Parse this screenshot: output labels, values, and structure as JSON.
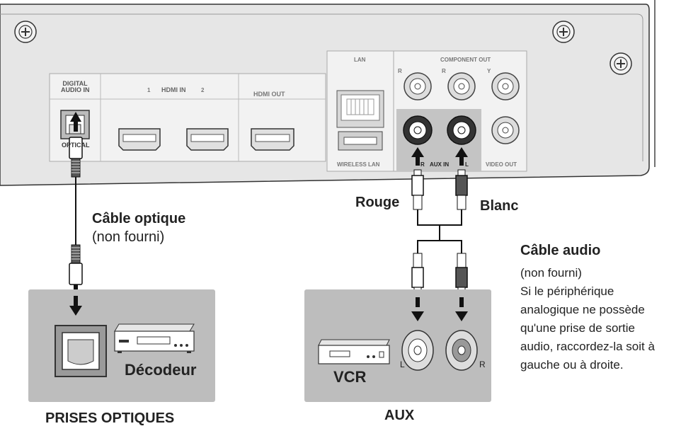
{
  "panel": {
    "digital_audio_in": [
      "DIGITAL",
      "AUDIO IN"
    ],
    "optical_port": "OPTICAL",
    "hdmi_in": "HDMI IN",
    "hdmi_in_num1": "1",
    "hdmi_in_num2": "2",
    "hdmi_out": "HDMI OUT",
    "lan": "LAN",
    "wireless_lan": "WIRELESS LAN",
    "component_out": "COMPONENT OUT",
    "comp_r": "R",
    "comp_pr": "R",
    "comp_y": "Y",
    "aux_in": "AUX IN",
    "aux_r": "R",
    "aux_l": "L",
    "video_out": "VIDEO OUT"
  },
  "labels": {
    "optical_cable_title": "Câble optique",
    "optical_cable_note": "(non fourni)",
    "rouge": "Rouge",
    "blanc": "Blanc",
    "audio_cable_title": "Câble audio",
    "audio_cable_lines": [
      "(non fourni)",
      "Si le périphérique",
      "analogique ne possède",
      "qu'une prise de sortie",
      "audio, raccordez-la soit à",
      "gauche ou à droite."
    ],
    "decoder": "Décodeur",
    "vcr": "VCR",
    "jack_l": "L",
    "jack_r": "R",
    "optical_section": "PRISES OPTIQUES",
    "aux_section": "AUX"
  },
  "colors": {
    "panel_fill": "#e6e6e6",
    "box_fill": "#bdbdbd",
    "aux_in_fill": "#c4c4c4",
    "text": "#222222"
  }
}
